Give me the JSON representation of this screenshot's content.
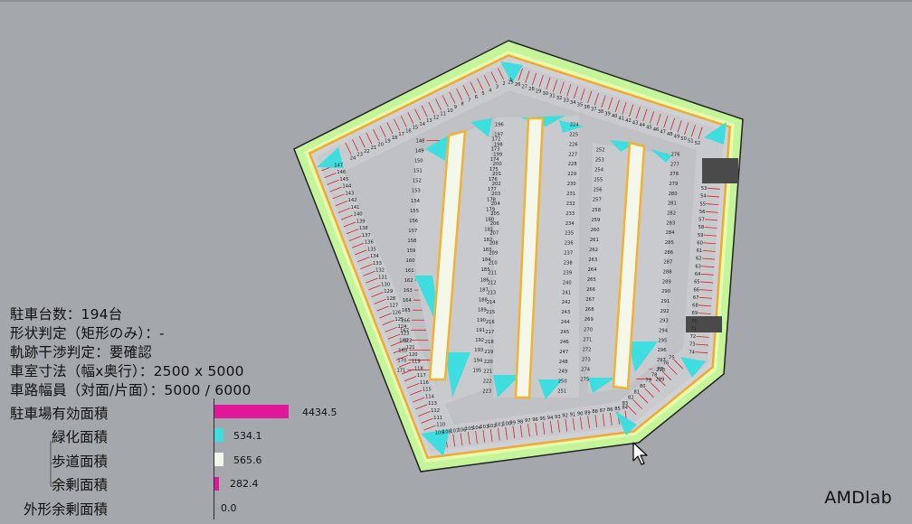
{
  "stats": {
    "parking_count": {
      "label": "駐車台数：",
      "value": "194台"
    },
    "shape_check": {
      "label": "形状判定（矩形のみ）：",
      "value": "-"
    },
    "trajectory_check": {
      "label": "軌跡干渉判定：",
      "value": "要確認"
    },
    "stall_size": {
      "label": "車室寸法（幅x奥行）：",
      "value": "2500 x 5000"
    },
    "aisle_width": {
      "label": "車路幅員（対面/片面）：",
      "value": "5000 / 6000"
    }
  },
  "areas": [
    {
      "label": "駐車場有効面積",
      "value": 4434.5,
      "value_text": "4434.5",
      "color": "#e0169b"
    },
    {
      "label": "緑化面積",
      "value": 534.1,
      "value_text": "534.1",
      "color": "#3ddde0"
    },
    {
      "label": "歩道面積",
      "value": 565.6,
      "value_text": "565.6",
      "color": "#f3f8ea"
    },
    {
      "label": "余剰面積",
      "value": 282.4,
      "value_text": "282.4",
      "color": "#e0169b"
    },
    {
      "label": "外形余剰面積",
      "value": 0.0,
      "value_text": "0.0",
      "color": "#e0169b"
    }
  ],
  "brand": "AMDlab",
  "colors": {
    "background": "#a4a7ab",
    "site_green": "#c5f59a",
    "boundary_yellow": "#f2b234",
    "parking_area": "#cfd1d4",
    "stall_line": "#d12424",
    "greenery": "#3ddde0",
    "walkway": "#f3f8ea",
    "entrance": "#4a4a4a"
  }
}
